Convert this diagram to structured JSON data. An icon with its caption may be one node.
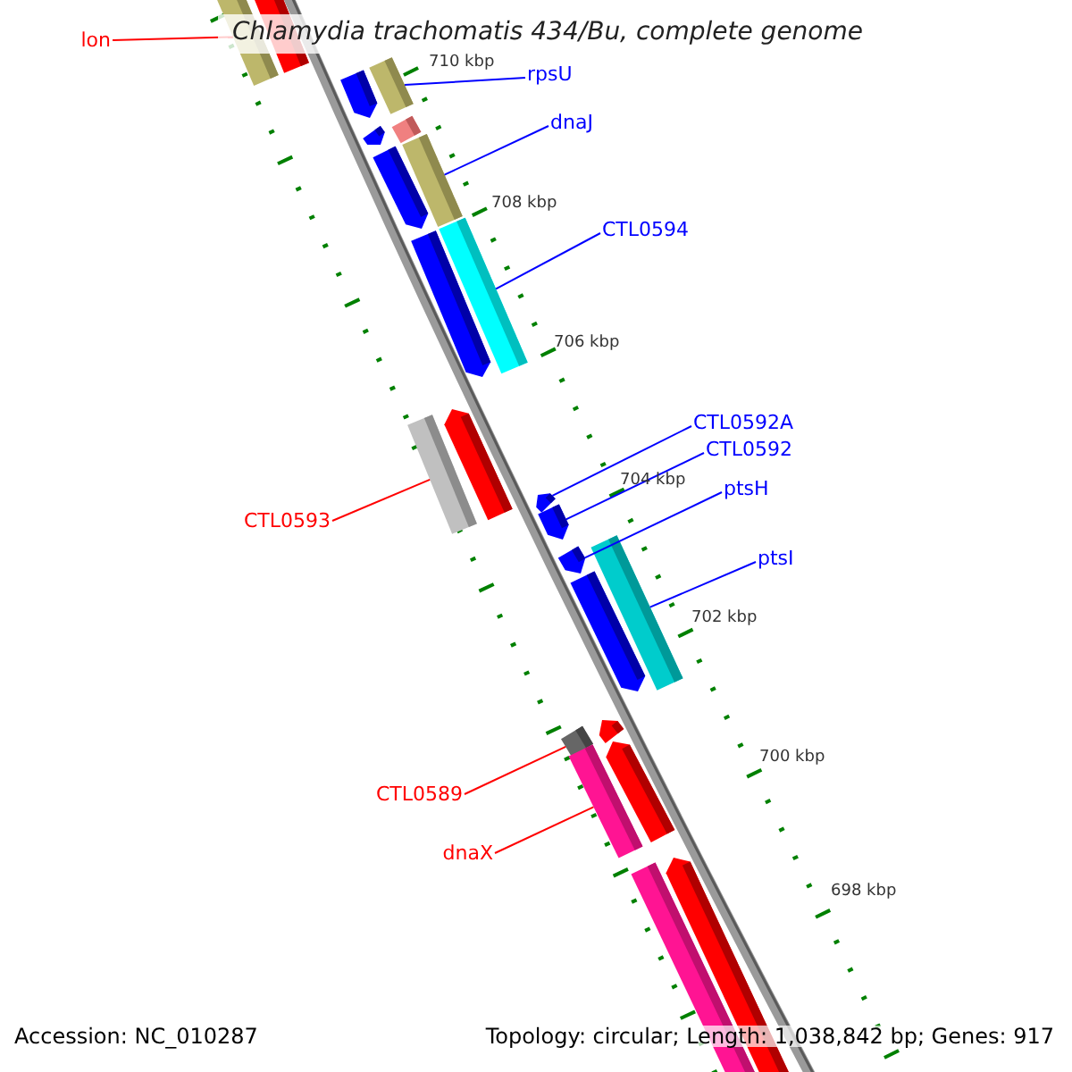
{
  "diagram": {
    "title": "Chlamydia trachomatis 434/Bu, complete genome",
    "nodes": [
      {
        "text": [
          "lon"
        ]
      },
      {
        "text": [
          "rpsU"
        ]
      },
      {
        "text": [
          "dnaJ"
        ]
      },
      {
        "text": [
          "CTL0594"
        ]
      },
      {
        "text": [
          "CTL0592A"
        ]
      },
      {
        "text": [
          "CTL0592"
        ]
      },
      {
        "text": [
          "ptsH"
        ]
      },
      {
        "text": [
          "CTL0593"
        ]
      },
      {
        "text": [
          "ptsI"
        ]
      },
      {
        "text": [
          "CTL0589"
        ]
      },
      {
        "text": [
          "dnaX"
        ]
      },
      {
        "text": [],
        "shape": "bar"
      },
      {
        "text": [],
        "shape": "bar"
      },
      {
        "text": [],
        "shape": "bar"
      },
      {
        "text": [],
        "shape": "bar"
      },
      {
        "text": [],
        "shape": "bar"
      },
      {
        "text": [],
        "shape": "bar"
      },
      {
        "text": [],
        "shape": "bar"
      },
      {
        "text": [],
        "shape": "bar"
      },
      {
        "text": [],
        "shape": "bar"
      },
      {
        "text": [],
        "shape": "bar"
      },
      {
        "text": [],
        "shape": "bar"
      },
      {
        "text": [],
        "shape": "bar"
      },
      {
        "text": [],
        "shape": "bar"
      },
      {
        "text": [],
        "shape": "bar"
      },
      {
        "text": [],
        "shape": "bar"
      },
      {
        "text": [],
        "shape": "bar"
      },
      {
        "text": [],
        "shape": "bar"
      },
      {
        "text": [],
        "shape": "bar"
      },
      {
        "text": [],
        "shape": "bar"
      },
      {
        "text": [],
        "shape": "bar"
      },
      {
        "text": [],
        "shape": "bar"
      },
      {
        "text": [],
        "shape": "bar"
      },
      {
        "text": [],
        "shape": "bar"
      }
    ],
    "edges": [
      {
        "from": 0,
        "to": 11,
        "arrow": "none",
        "color": "#ff0000"
      },
      {
        "from": 1,
        "to": 14,
        "arrow": "none"
      },
      {
        "from": 2,
        "to": 18,
        "arrow": "none"
      },
      {
        "from": 3,
        "to": 20,
        "arrow": "none"
      },
      {
        "from": 4,
        "to": 23,
        "arrow": "none"
      },
      {
        "from": 5,
        "to": 24,
        "arrow": "none"
      },
      {
        "from": 6,
        "to": 25,
        "arrow": "none"
      },
      {
        "from": 7,
        "to": 21,
        "arrow": "none",
        "color": "#ff0000"
      },
      {
        "from": 8,
        "to": 27,
        "arrow": "none"
      },
      {
        "from": 9,
        "to": 28,
        "arrow": "none",
        "color": "#ff0000"
      },
      {
        "from": 10,
        "to": 30,
        "arrow": "none",
        "color": "#ff0000"
      }
    ],
    "labels": [
      "710 kbp",
      "708 kbp",
      "706 kbp",
      "704 kbp",
      "702 kbp",
      "700 kbp",
      "698 kbp",
      "Accession: NC_010287",
      "Topology: circular; Length: 1,038,842 bp; Genes: 917"
    ]
  }
}
